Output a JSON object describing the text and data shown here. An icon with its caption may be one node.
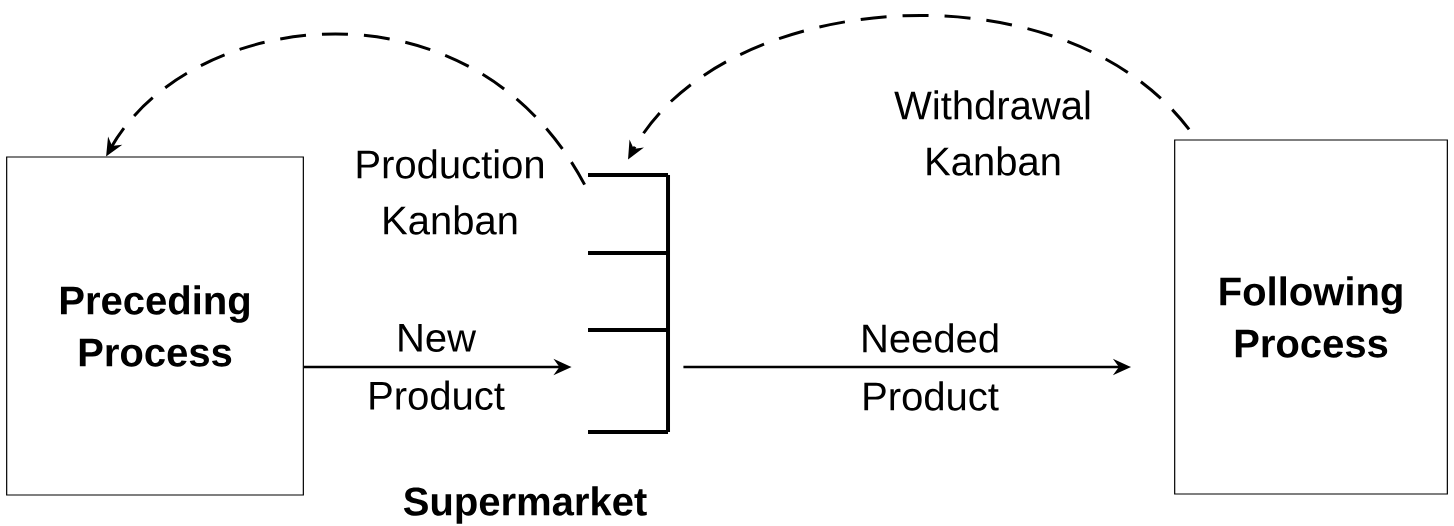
{
  "diagram": {
    "nodes": [
      {
        "text": [
          "Preceding Process"
        ]
      },
      {
        "text": [
          "Supermarket"
        ]
      },
      {
        "text": [
          "Following Process"
        ]
      }
    ],
    "edges": [
      {
        "from": 0,
        "to": 1,
        "arrow": "to",
        "label": "New Product"
      },
      {
        "from": 1,
        "to": 2,
        "arrow": "to",
        "label": "Needed Product"
      },
      {
        "from": 1,
        "to": 0,
        "arrow": "to",
        "style": "dashed"
      },
      {
        "from": 2,
        "to": 1,
        "arrow": "to",
        "style": "dashed"
      }
    ],
    "labels": [
      "Production Kanban",
      "Withdrawal Kanban"
    ]
  }
}
